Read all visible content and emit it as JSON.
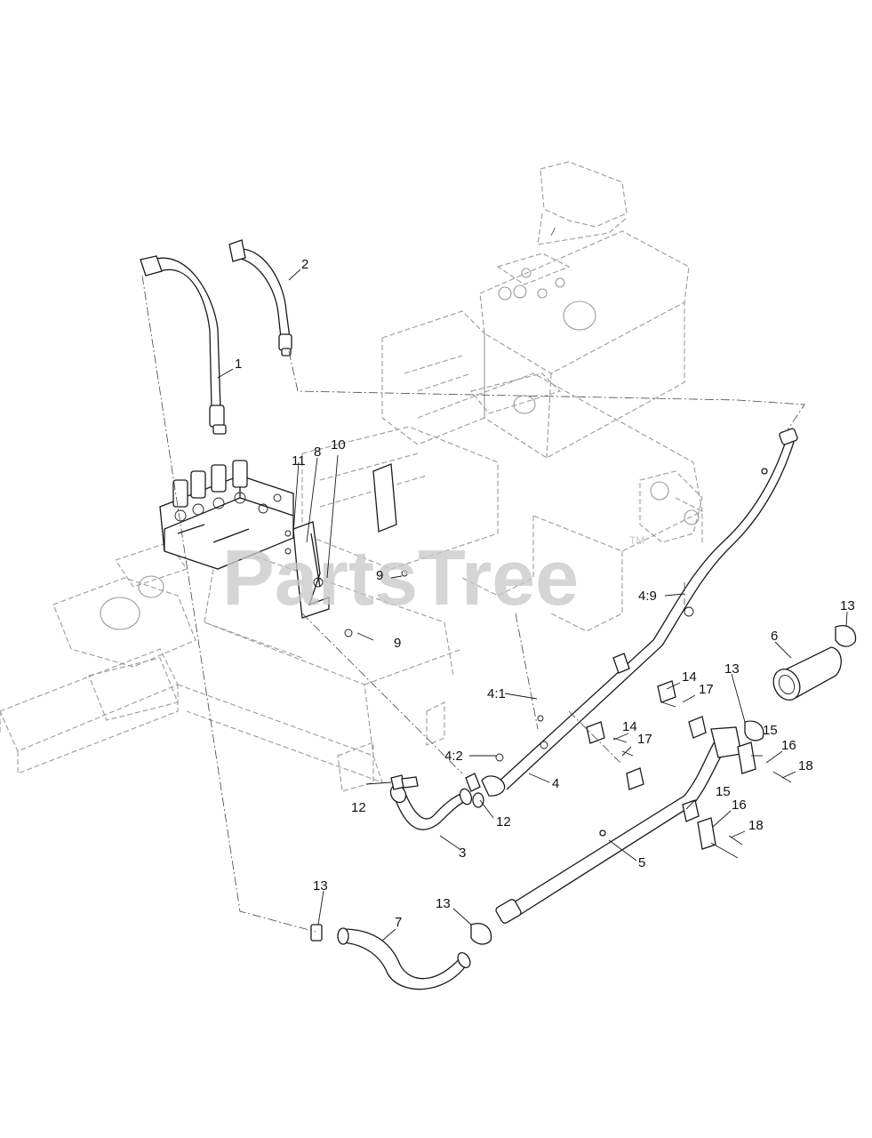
{
  "watermark": {
    "text": "PartsTree",
    "trademark": "TM"
  },
  "callouts": {
    "c1": "1",
    "c2": "2",
    "c3": "3",
    "c4": "4",
    "c5": "5",
    "c6": "6",
    "c7": "7",
    "c8": "8",
    "c9a": "9",
    "c9b": "9",
    "c10": "10",
    "c11": "11",
    "c12a": "12",
    "c12b": "12",
    "c13a": "13",
    "c13b": "13",
    "c13c": "13",
    "c13d": "13",
    "c14a": "14",
    "c14b": "14",
    "c15a": "15",
    "c15b": "15",
    "c16a": "16",
    "c16b": "16",
    "c17a": "17",
    "c17b": "17",
    "c18a": "18",
    "c18b": "18",
    "c4_1": "4:1",
    "c4_2": "4:2",
    "c4_9": "4:9"
  }
}
